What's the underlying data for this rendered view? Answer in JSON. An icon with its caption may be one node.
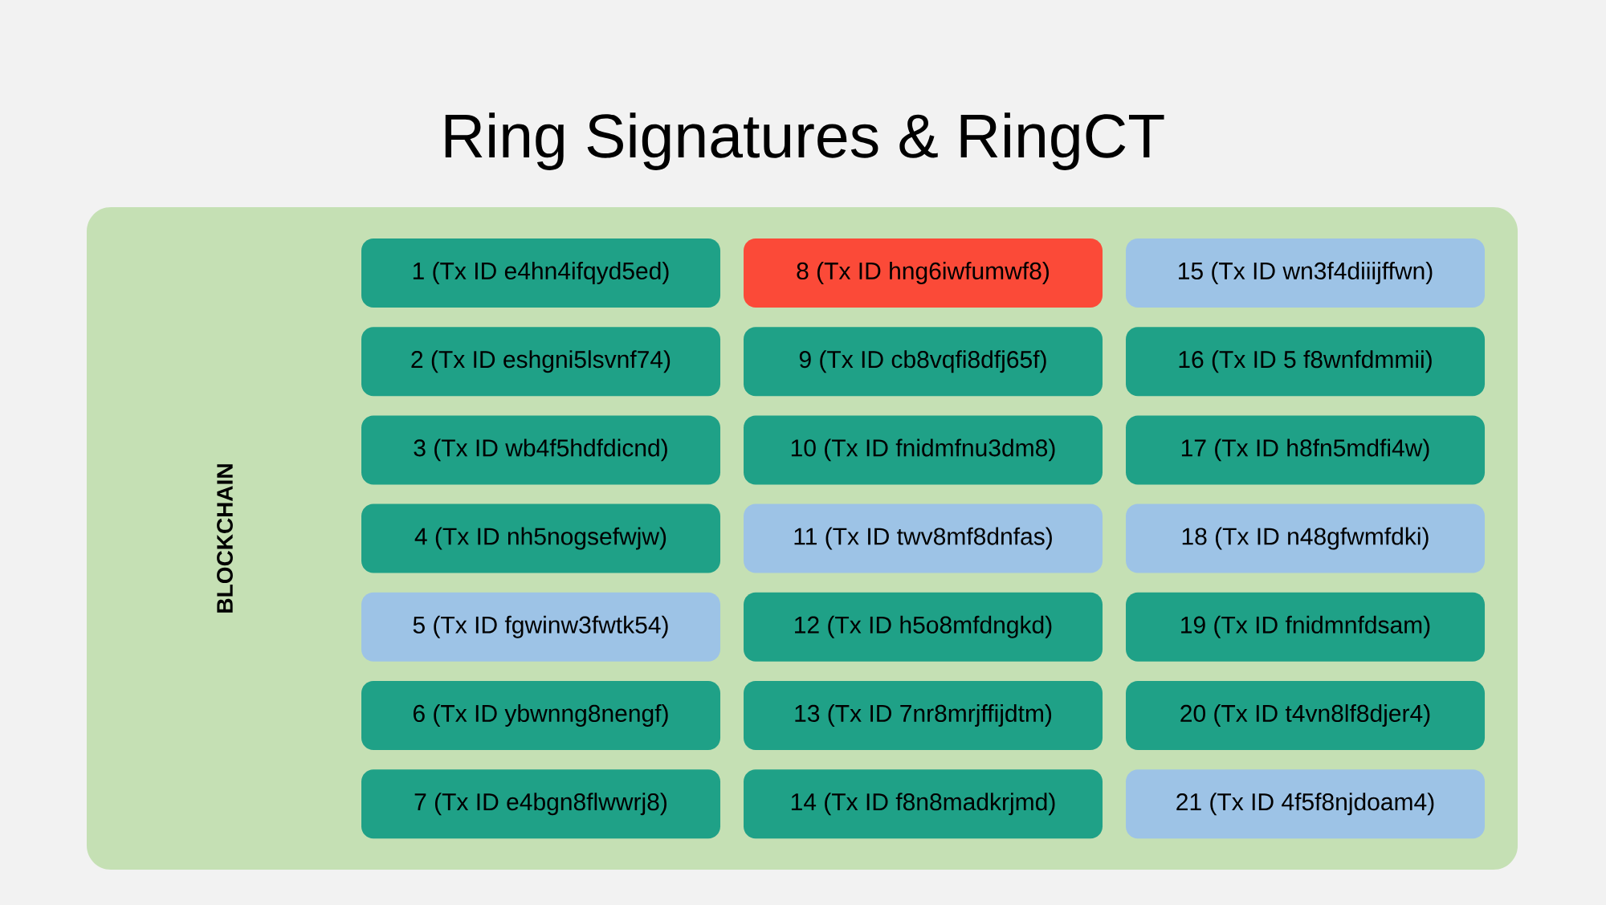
{
  "diagram": {
    "title": "Ring Signatures & RingCT",
    "nodes": [
      {
        "text": [
          "BLOCKCHAIN"
        ]
      },
      {
        "text": [
          "1 (Tx ID e4hn4ifqyd5ed)"
        ],
        "in": 0
      },
      {
        "text": [
          "2 (Tx ID eshgni5lsvnf74)"
        ],
        "in": 0
      },
      {
        "text": [
          "3 (Tx ID wb4f5hdfdicnd)"
        ],
        "in": 0
      },
      {
        "text": [
          "4 (Tx ID nh5nogsefwjw)"
        ],
        "in": 0
      },
      {
        "text": [
          "5 (Tx ID fgwinw3fwtk54)"
        ],
        "in": 0
      },
      {
        "text": [
          "6 (Tx ID ybwnng8nengf)"
        ],
        "in": 0
      },
      {
        "text": [
          "7 (Tx ID e4bgn8flwwrj8)"
        ],
        "in": 0
      },
      {
        "text": [
          "8 (Tx ID hng6iwfumwf8)"
        ],
        "in": 0
      },
      {
        "text": [
          "9 (Tx ID cb8vqfi8dfj65f)"
        ],
        "in": 0
      },
      {
        "text": [
          "10 (Tx ID fnidmfnu3dm8)"
        ],
        "in": 0
      },
      {
        "text": [
          "11 (Tx ID twv8mf8dnfas)"
        ],
        "in": 0
      },
      {
        "text": [
          "12 (Tx ID h5o8mfdngkd)"
        ],
        "in": 0
      },
      {
        "text": [
          "13 (Tx ID 7nr8mrjffijdtm)"
        ],
        "in": 0
      },
      {
        "text": [
          "14 (Tx ID f8n8madkrjmd)"
        ],
        "in": 0
      },
      {
        "text": [
          "15 (Tx ID wn3f4diiijffwn)"
        ],
        "in": 0
      },
      {
        "text": [
          "16 (Tx ID 5 f8wnfdmmii)"
        ],
        "in": 0
      },
      {
        "text": [
          "17 (Tx ID h8fn5mdfi4w)"
        ],
        "in": 0
      },
      {
        "text": [
          "18 (Tx ID n48gfwmfdki)"
        ],
        "in": 0
      },
      {
        "text": [
          "19 (Tx ID fnidmnfdsam)"
        ],
        "in": 0
      },
      {
        "text": [
          "20 (Tx ID t4vn8lf8djer4)"
        ],
        "in": 0
      },
      {
        "text": [
          "21 (Tx ID 4f5f8njdoam4)"
        ],
        "in": 0
      }
    ]
  }
}
